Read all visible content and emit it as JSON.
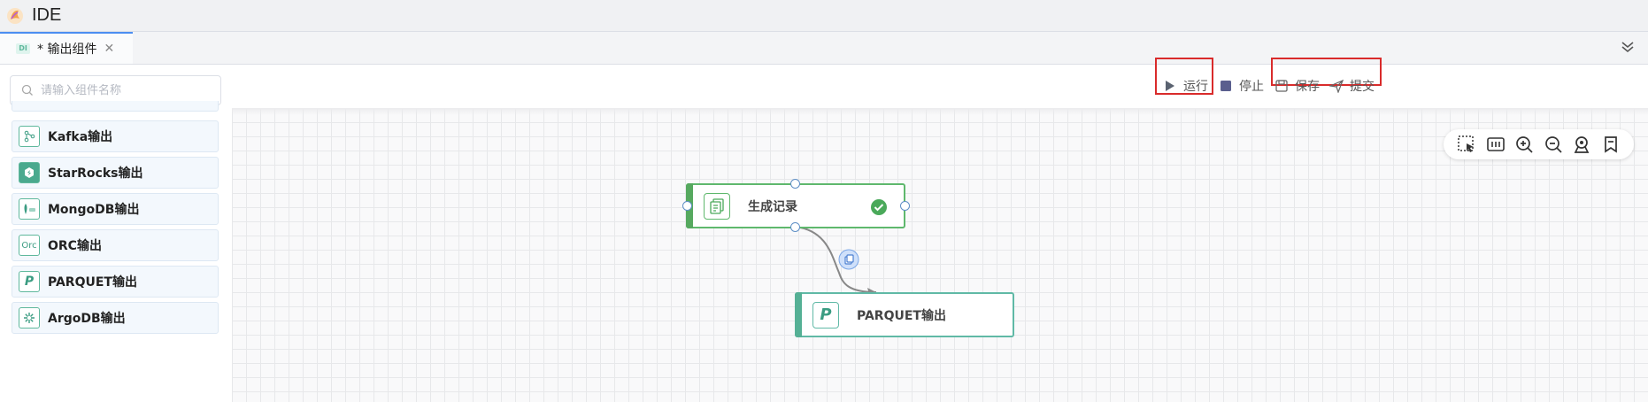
{
  "app": {
    "title": "IDE"
  },
  "tabs": [
    {
      "label": "* 输出组件",
      "icon": "DI",
      "close": "✕"
    }
  ],
  "search": {
    "placeholder": "请输入组件名称"
  },
  "components": [
    {
      "label": "Kafka输出",
      "icon": "kafka-icon"
    },
    {
      "label": "StarRocks输出",
      "icon": "starrocks-icon"
    },
    {
      "label": "MongoDB输出",
      "icon": "mongodb-icon"
    },
    {
      "label": "ORC输出",
      "icon": "Orc"
    },
    {
      "label": "PARQUET输出",
      "icon": "P"
    },
    {
      "label": "ArgoDB输出",
      "icon": "argodb-icon"
    }
  ],
  "toolbar": {
    "run": "运行",
    "stop": "停止",
    "save": "保存",
    "submit": "提交"
  },
  "nodes": {
    "source": {
      "label": "生成记录",
      "status": "success"
    },
    "target": {
      "label": "PARQUET输出",
      "icon": "P"
    }
  },
  "colors": {
    "accent_green": "#5fb86d",
    "highlight_red": "#d92b2b",
    "tab_accent": "#4b8ef1"
  }
}
